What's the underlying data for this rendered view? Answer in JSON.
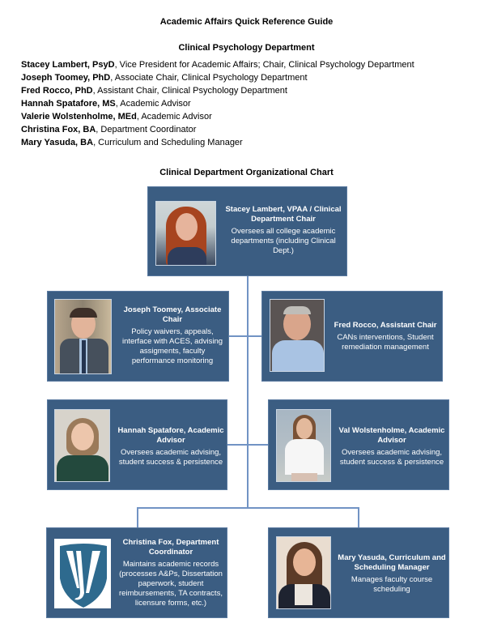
{
  "document": {
    "title": "Academic Affairs Quick Reference Guide",
    "department": "Clinical Psychology Department"
  },
  "roster": [
    {
      "name": "Stacey Lambert, PsyD",
      "role": ", Vice President for Academic Affairs; Chair, Clinical Psychology Department"
    },
    {
      "name": "Joseph Toomey, PhD",
      "role": ", Associate Chair, Clinical Psychology Department"
    },
    {
      "name": "Fred Rocco, PhD",
      "role": ", Assistant Chair, Clinical Psychology Department"
    },
    {
      "name": "Hannah Spatafore, MS",
      "role": ", Academic Advisor"
    },
    {
      "name": "Valerie Wolstenholme, MEd",
      "role": ", Academic Advisor"
    },
    {
      "name": "Christina Fox, BA",
      "role": ", Department Coordinator"
    },
    {
      "name": "Mary Yasuda, BA",
      "role": ", Curriculum and Scheduling Manager"
    }
  ],
  "org_chart": {
    "title": "Clinical Department Organizational Chart",
    "colors": {
      "box": "#3b5d82",
      "connector": "#7193c4",
      "text": "#ffffff"
    },
    "nodes": [
      {
        "id": "lambert",
        "name": "Stacey Lambert, VPAA / Clinical Department Chair",
        "description": "Oversees all college academic departments (including Clinical Dept.)",
        "image": "photo"
      },
      {
        "id": "toomey",
        "name": "Joseph Toomey, Associate Chair",
        "description": "Policy waivers, appeals, interface with ACES, advising assigments, faculty performance monitoring",
        "image": "photo"
      },
      {
        "id": "rocco",
        "name": "Fred Rocco, Assistant Chair",
        "description": "CANs interventions, Student remediation management",
        "image": "photo"
      },
      {
        "id": "spatafore",
        "name": "Hannah Spatafore, Academic Advisor",
        "description": "Oversees academic advising, student success & persistence",
        "image": "photo"
      },
      {
        "id": "wolstenholme",
        "name": "Val Wolstenholme, Academic Advisor",
        "description": "Oversees academic advising, student success & persistence",
        "image": "photo"
      },
      {
        "id": "fox",
        "name": "Christina Fox, Department Coordinator",
        "description": "Maintains academic records (processes A&Ps, Dissertation paperwork, student reimbursements, TA contracts, licensure forms, etc.)",
        "image": "shield-logo"
      },
      {
        "id": "yasuda",
        "name": "Mary Yasuda, Curriculum and Scheduling Manager",
        "description": "Manages faculty course scheduling",
        "image": "photo"
      }
    ],
    "logo": {
      "letters": "VJ/"
    }
  }
}
